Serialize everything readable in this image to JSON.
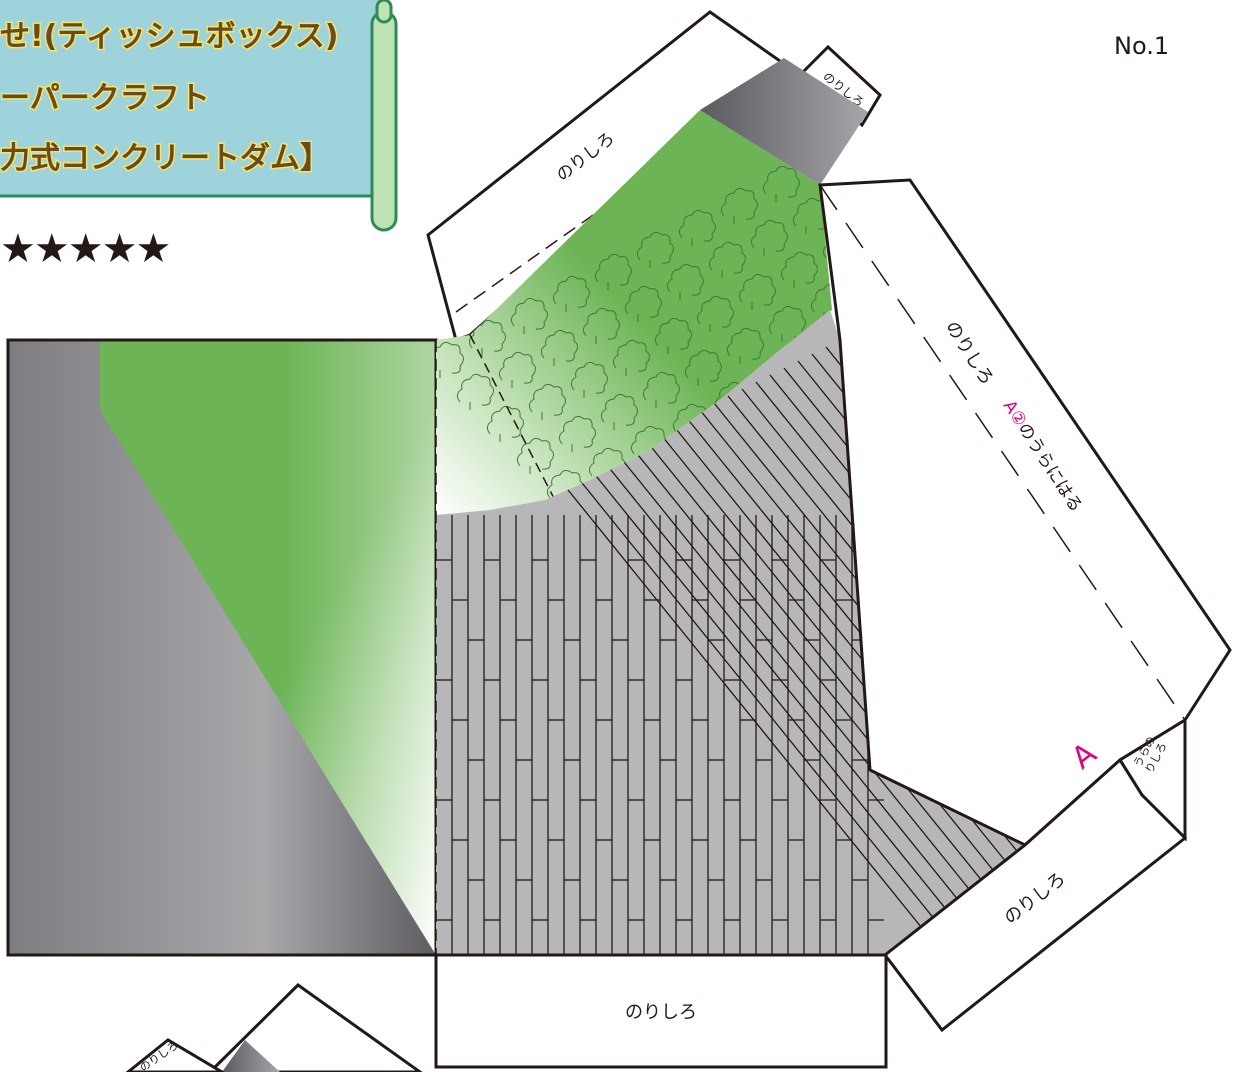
{
  "page_number": "No.1",
  "title": {
    "line1": "せ!(ティッシュボックス)",
    "line2": "ーパークラフト",
    "line3": "力式コンクリートダム】"
  },
  "difficulty_stars": "★★★★★",
  "tabs": {
    "top_left_tab": "のりしろ",
    "top_small_tab": "のりしろ",
    "right_tab": "のりしろ",
    "right_tab_note_prefix": "A",
    "right_tab_note_circled": "②",
    "right_tab_note_suffix": "のうらにはる",
    "corner_tab": "うらの\nりしろ",
    "corner_tab_line1": "うらの",
    "corner_tab_line2": "りしろ",
    "bottom_right_tab": "のりしろ",
    "bottom_tab": "のりしろ",
    "next_piece_tab": "のりしろ"
  },
  "marker_A": "A",
  "colors": {
    "banner": "#9fd3dc",
    "banner_border": "#2e8b57",
    "grass": "#6db456",
    "concrete": "#b7b7b9",
    "pink": "#e4007f"
  }
}
